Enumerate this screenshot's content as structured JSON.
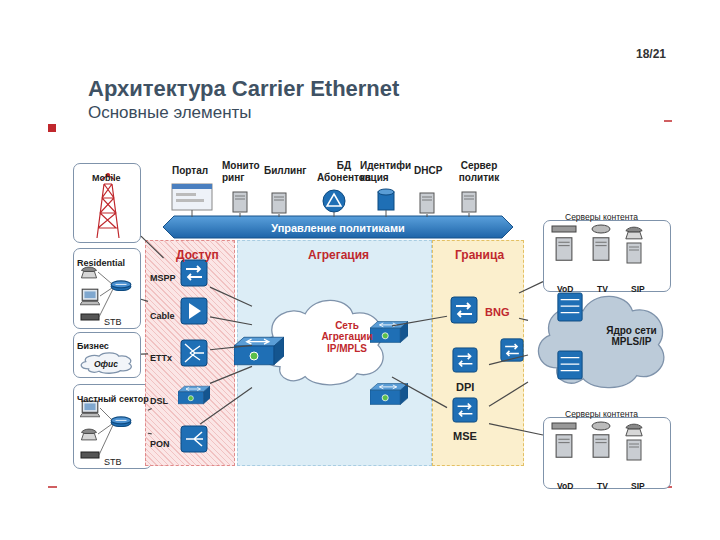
{
  "diagram": {
    "title": "Архитектура Carrier Ethernet",
    "nodes": [
      {
        "text": [
          "Управление политиками"
        ]
      },
      {
        "text": [
          "Mobile"
        ]
      },
      {
        "text": [
          "Residential",
          "STB"
        ]
      },
      {
        "text": [
          "Бизнес"
        ]
      },
      {
        "text": [
          "Офис"
        ],
        "in": 3
      },
      {
        "text": [
          "Частный сектор",
          "STB"
        ]
      },
      {
        "text": [
          "Доступ"
        ]
      },
      {
        "text": [
          "MSPP"
        ],
        "in": 6
      },
      {
        "text": [
          "Cable"
        ],
        "in": 6
      },
      {
        "text": [
          "ETTx"
        ],
        "in": 6
      },
      {
        "text": [
          "DSL"
        ],
        "in": 6
      },
      {
        "text": [
          "PON"
        ],
        "in": 6
      },
      {
        "text": [
          "Агрегация"
        ]
      },
      {
        "text": [
          "Сеть Агрегации IP/MPLS"
        ],
        "in": 12
      },
      {
        "text": [
          "Граница"
        ]
      },
      {
        "text": [
          "BNG"
        ],
        "in": 14
      },
      {
        "text": [
          "DPI"
        ],
        "in": 14
      },
      {
        "text": [
          "MSE"
        ],
        "in": 14
      },
      {
        "text": [
          "Серверы контента",
          "VoD",
          "TV",
          "SIP"
        ]
      },
      {
        "text": [
          "Ядро сети MPLS/IP"
        ]
      },
      {
        "text": [
          "Серверы контента",
          "VoD",
          "TV",
          "SIP"
        ]
      }
    ],
    "edges": [
      {
        "from": 1,
        "to": 7,
        "arrow": "none"
      },
      {
        "from": 2,
        "to": 8,
        "arrow": "none"
      },
      {
        "from": 3,
        "to": 9,
        "arrow": "none"
      },
      {
        "from": 5,
        "to": 10,
        "arrow": "none"
      },
      {
        "from": 5,
        "to": 11,
        "arrow": "none"
      },
      {
        "from": 7,
        "to": 13,
        "arrow": "none"
      },
      {
        "from": 8,
        "to": 13,
        "arrow": "none"
      },
      {
        "from": 9,
        "to": 13,
        "arrow": "none"
      },
      {
        "from": 10,
        "to": 13,
        "arrow": "none"
      },
      {
        "from": 11,
        "to": 13,
        "arrow": "none"
      },
      {
        "from": 13,
        "to": 15,
        "arrow": "none"
      },
      {
        "from": 13,
        "to": 17,
        "arrow": "none"
      },
      {
        "from": 15,
        "to": 19,
        "arrow": "none"
      },
      {
        "from": 16,
        "to": 19,
        "arrow": "none"
      },
      {
        "from": 17,
        "to": 19,
        "arrow": "none"
      },
      {
        "from": 15,
        "to": 18,
        "arrow": "none"
      },
      {
        "from": 17,
        "to": 20,
        "arrow": "none"
      }
    ],
    "labels": [
      "18/21",
      "Основные элементы",
      "Портал",
      "Монито ринг",
      "Биллинг",
      "БД Абонентов",
      "Идентифи кация",
      "DHCP",
      "Сервер политик"
    ]
  }
}
